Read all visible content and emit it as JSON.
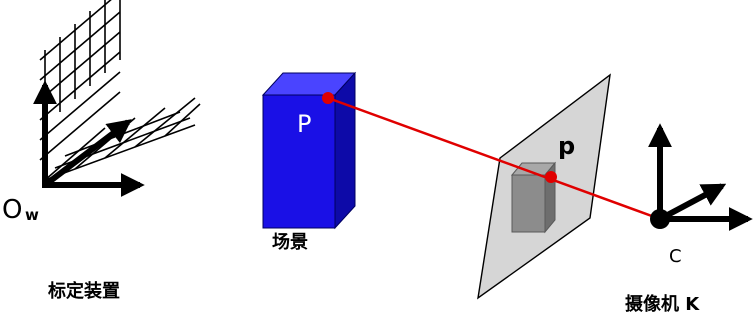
{
  "labels": {
    "world_origin": "O",
    "world_origin_sub": "w",
    "calibration_device": "标定装置",
    "scene": "场景",
    "point_3d": "P",
    "point_2d": "p",
    "camera_center": "C",
    "camera": "摄像机 K"
  },
  "colors": {
    "box_blue": "#1a10e6",
    "ray_red": "#e00000",
    "plane_gray": "#d6d6d6",
    "small_box_gray": "#8c8c8c"
  }
}
